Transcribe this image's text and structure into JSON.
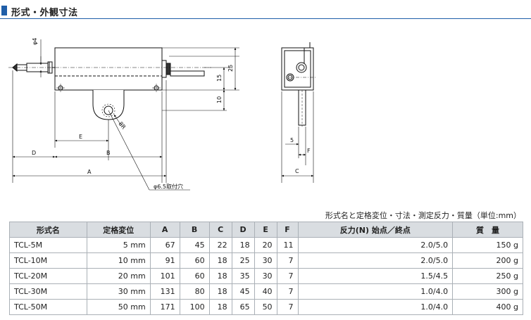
{
  "section": {
    "title": "形式・外観寸法"
  },
  "drawing": {
    "labels": {
      "phi4": "φ4",
      "dim15": "15",
      "dim25": "25",
      "dim10": "10",
      "dimE": "E",
      "dimB": "B",
      "dimD": "D",
      "dimA": "A",
      "radius": "8R",
      "hole": "φ6.5取付穴",
      "dim5": "5",
      "dimF": "F",
      "dimC": "C"
    }
  },
  "table": {
    "caption": "形式名と定格変位・寸法・測定反力・質量（単位:mm）",
    "headers": [
      "形式名",
      "定格変位",
      "A",
      "B",
      "C",
      "D",
      "E",
      "F",
      "反力(N) 始点／終点",
      "質　量"
    ],
    "rows": [
      [
        "TCL-5M",
        "5 mm",
        "67",
        "45",
        "22",
        "18",
        "20",
        "11",
        "2.0/5.0",
        "150 g"
      ],
      [
        "TCL-10M",
        "10 mm",
        "91",
        "60",
        "18",
        "25",
        "30",
        "7",
        "2.0/5.0",
        "200 g"
      ],
      [
        "TCL-20M",
        "20 mm",
        "101",
        "60",
        "18",
        "35",
        "30",
        "7",
        "1.5/4.5",
        "250 g"
      ],
      [
        "TCL-30M",
        "30 mm",
        "131",
        "80",
        "18",
        "45",
        "40",
        "7",
        "1.0/4.0",
        "300 g"
      ],
      [
        "TCL-50M",
        "50 mm",
        "171",
        "100",
        "18",
        "65",
        "50",
        "7",
        "1.0/4.0",
        "400 g"
      ]
    ]
  }
}
